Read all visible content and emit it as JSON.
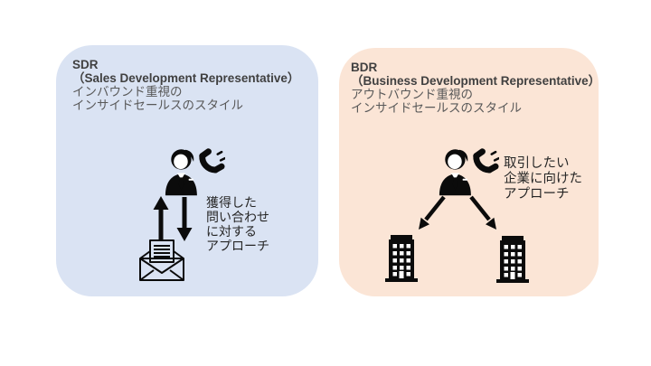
{
  "colors": {
    "background": "#ffffff",
    "sdr_card_bg": "#dae3f3",
    "bdr_card_bg": "#fbe5d6",
    "heading_text": "#404040",
    "style_text": "#595959",
    "annotation_text": "#262626",
    "icon_color": "#0b0b0b"
  },
  "sdr_card": {
    "acronym": "SDR",
    "full_name": "（Sales Development Representative）",
    "style_description": "インバウンド重視の\nインサイドセールスのスタイル",
    "annotation": "獲得した\n問い合わせ\nに対する\nアプローチ",
    "icons": {
      "person": "sales-rep-with-phone-icon",
      "up_arrow": "arrow-up-icon",
      "down_arrow": "arrow-down-icon",
      "envelope": "open-envelope-letter-icon"
    }
  },
  "bdr_card": {
    "acronym": "BDR",
    "full_name": "（Business Development Representative）",
    "style_description": "アウトバウンド重視の\nインサイドセールスのスタイル",
    "annotation": "取引したい\n企業に向けた\nアプローチ",
    "icons": {
      "person": "sales-rep-with-phone-icon",
      "arrow_left": "arrow-diagonal-down-left-icon",
      "arrow_right": "arrow-diagonal-down-right-icon",
      "building_left": "office-building-icon",
      "building_right": "office-building-icon"
    }
  }
}
